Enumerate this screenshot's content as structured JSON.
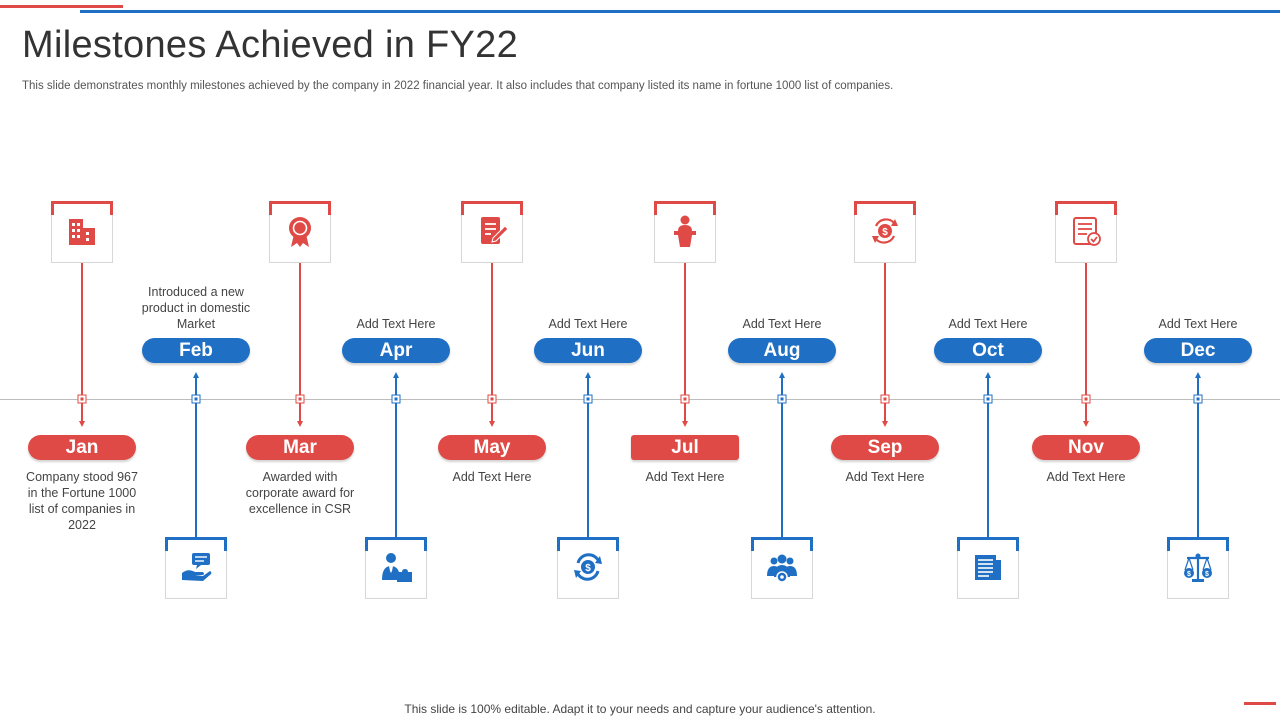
{
  "slide": {
    "title": "Milestones Achieved in FY22",
    "subtitle": "This slide demonstrates monthly milestones achieved by the company in 2022 financial year. It also includes that company listed its name in fortune 1000 list of companies.",
    "footer": "This slide is 100% editable. Adapt it to your needs and capture your audience's attention."
  },
  "colors": {
    "red": "#e04a46",
    "blue": "#1f6fc4",
    "axis": "#bdbdbd"
  },
  "months": [
    {
      "label": "Jan",
      "text": "Company stood 967 in the Fortune 1000 list of companies in 2022",
      "color": "red",
      "icon": "building-icon"
    },
    {
      "label": "Feb",
      "text": "Introduced a new product in domestic Market",
      "color": "blue",
      "icon": "hand-chat-icon"
    },
    {
      "label": "Mar",
      "text": "Awarded with corporate award for excellence in CSR",
      "color": "red",
      "icon": "award-badge-icon"
    },
    {
      "label": "Apr",
      "text": "Add Text Here",
      "color": "blue",
      "icon": "user-puzzle-icon"
    },
    {
      "label": "May",
      "text": "Add Text Here",
      "color": "red",
      "icon": "document-edit-icon"
    },
    {
      "label": "Jun",
      "text": "Add Text Here",
      "color": "blue",
      "icon": "dollar-cycle-icon"
    },
    {
      "label": "Jul",
      "text": "Add Text Here",
      "color": "red",
      "icon": "speaker-podium-icon"
    },
    {
      "label": "Aug",
      "text": "Add Text Here",
      "color": "blue",
      "icon": "team-gear-icon"
    },
    {
      "label": "Sep",
      "text": "Add Text Here",
      "color": "red",
      "icon": "dollar-exchange-icon"
    },
    {
      "label": "Oct",
      "text": "Add Text Here",
      "color": "blue",
      "icon": "newspaper-icon"
    },
    {
      "label": "Nov",
      "text": "Add Text Here",
      "color": "red",
      "icon": "checklist-icon"
    },
    {
      "label": "Dec",
      "text": "Add Text Here",
      "color": "blue",
      "icon": "balance-scale-icon"
    }
  ]
}
